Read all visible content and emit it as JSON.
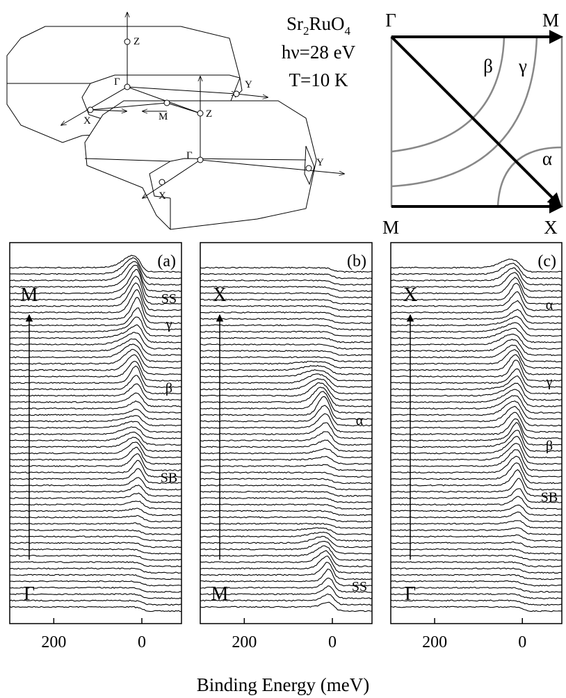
{
  "header": {
    "compound_main": "Sr",
    "compound_sub1": "2",
    "compound_mid": "RuO",
    "compound_sub2": "4",
    "photon": "hν=28 eV",
    "temp": "T=10 K"
  },
  "bz_labels": [
    "Z",
    "Γ",
    "M",
    "Z",
    "Y",
    "X",
    "Γ",
    "Y",
    "X"
  ],
  "fs_map": {
    "corners": {
      "top_left": "Γ",
      "top_right": "M",
      "bottom_left": "M",
      "bottom_right": "X"
    },
    "bands": {
      "beta": "β",
      "gamma": "γ",
      "alpha": "α"
    }
  },
  "x_axis_label": "Binding Energy  (meV)",
  "chart_data": [
    {
      "type": "line",
      "panel": "(a)",
      "direction": {
        "start": "Γ",
        "end": "M"
      },
      "x_ticks": [
        200,
        0
      ],
      "xlim": [
        300,
        -90
      ],
      "n_curves": 54,
      "features": [
        {
          "label": "SS",
          "peak_energy": 5,
          "curve_index": 49
        },
        {
          "label": "γ",
          "peak_energy": 5,
          "curve_index": 45
        },
        {
          "label": "β",
          "peak_energy": 10,
          "curve_index": 35
        },
        {
          "label": "SB",
          "peak_energy": 0,
          "curve_index": 21
        }
      ]
    },
    {
      "type": "line",
      "panel": "(b)",
      "direction": {
        "start": "M",
        "end": "X"
      },
      "x_ticks": [
        200,
        0
      ],
      "xlim": [
        300,
        -90
      ],
      "n_curves": 54,
      "features": [
        {
          "label": "α",
          "peak_energy": 18,
          "curve_index": 30
        },
        {
          "label": "SS",
          "peak_energy": 0,
          "curve_index": 4
        }
      ]
    },
    {
      "type": "line",
      "panel": "(c)",
      "direction": {
        "start": "Γ",
        "end": "X"
      },
      "x_ticks": [
        200,
        0
      ],
      "xlim": [
        300,
        -90
      ],
      "n_curves": 54,
      "features": [
        {
          "label": "α",
          "peak_energy": 10,
          "curve_index": 48
        },
        {
          "label": "γ",
          "peak_energy": 10,
          "curve_index": 36
        },
        {
          "label": "β",
          "peak_energy": 8,
          "curve_index": 26
        },
        {
          "label": "SB",
          "peak_energy": 0,
          "curve_index": 18
        }
      ]
    }
  ]
}
